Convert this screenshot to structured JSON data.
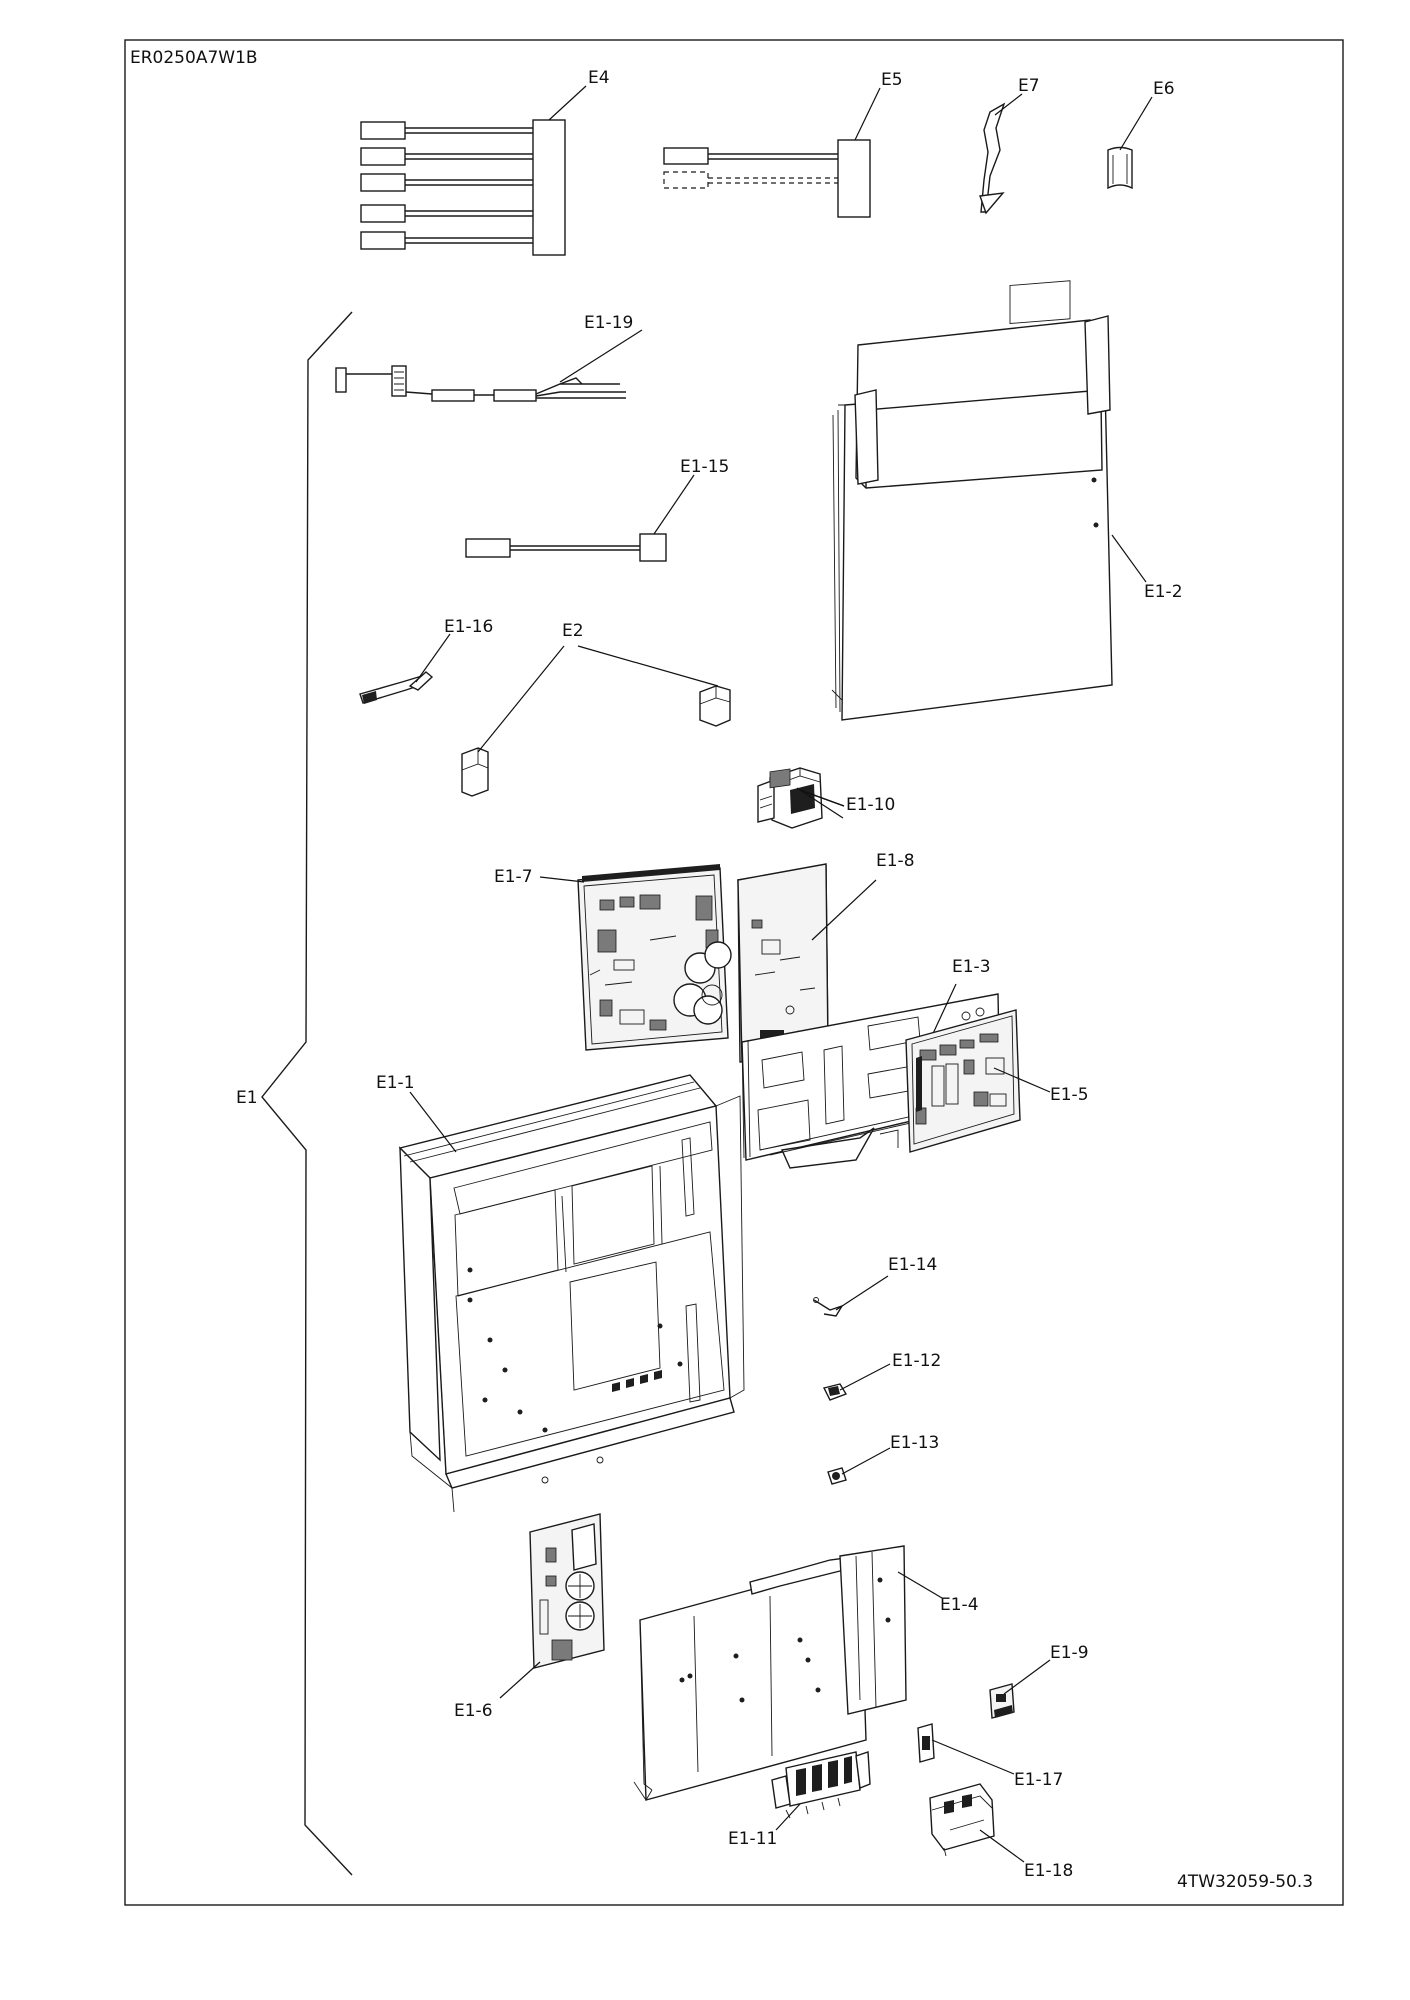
{
  "doc_code": "ER0250A7W1B",
  "drawing_number": "4TW32059-50.3",
  "labels": {
    "E4": "E4",
    "E5": "E5",
    "E7": "E7",
    "E6": "E6",
    "E1": "E1",
    "E1_19": "E1-19",
    "E1_15": "E1-15",
    "E1_16": "E1-16",
    "E2": "E2",
    "E1_2": "E1-2",
    "E1_10": "E1-10",
    "E1_7": "E1-7",
    "E1_8": "E1-8",
    "E1_3": "E1-3",
    "E1_1": "E1-1",
    "E1_5": "E1-5",
    "E1_14": "E1-14",
    "E1_12": "E1-12",
    "E1_13": "E1-13",
    "E1_4": "E1-4",
    "E1_6": "E1-6",
    "E1_9": "E1-9",
    "E1_17": "E1-17",
    "E1_11": "E1-11",
    "E1_18": "E1-18"
  }
}
